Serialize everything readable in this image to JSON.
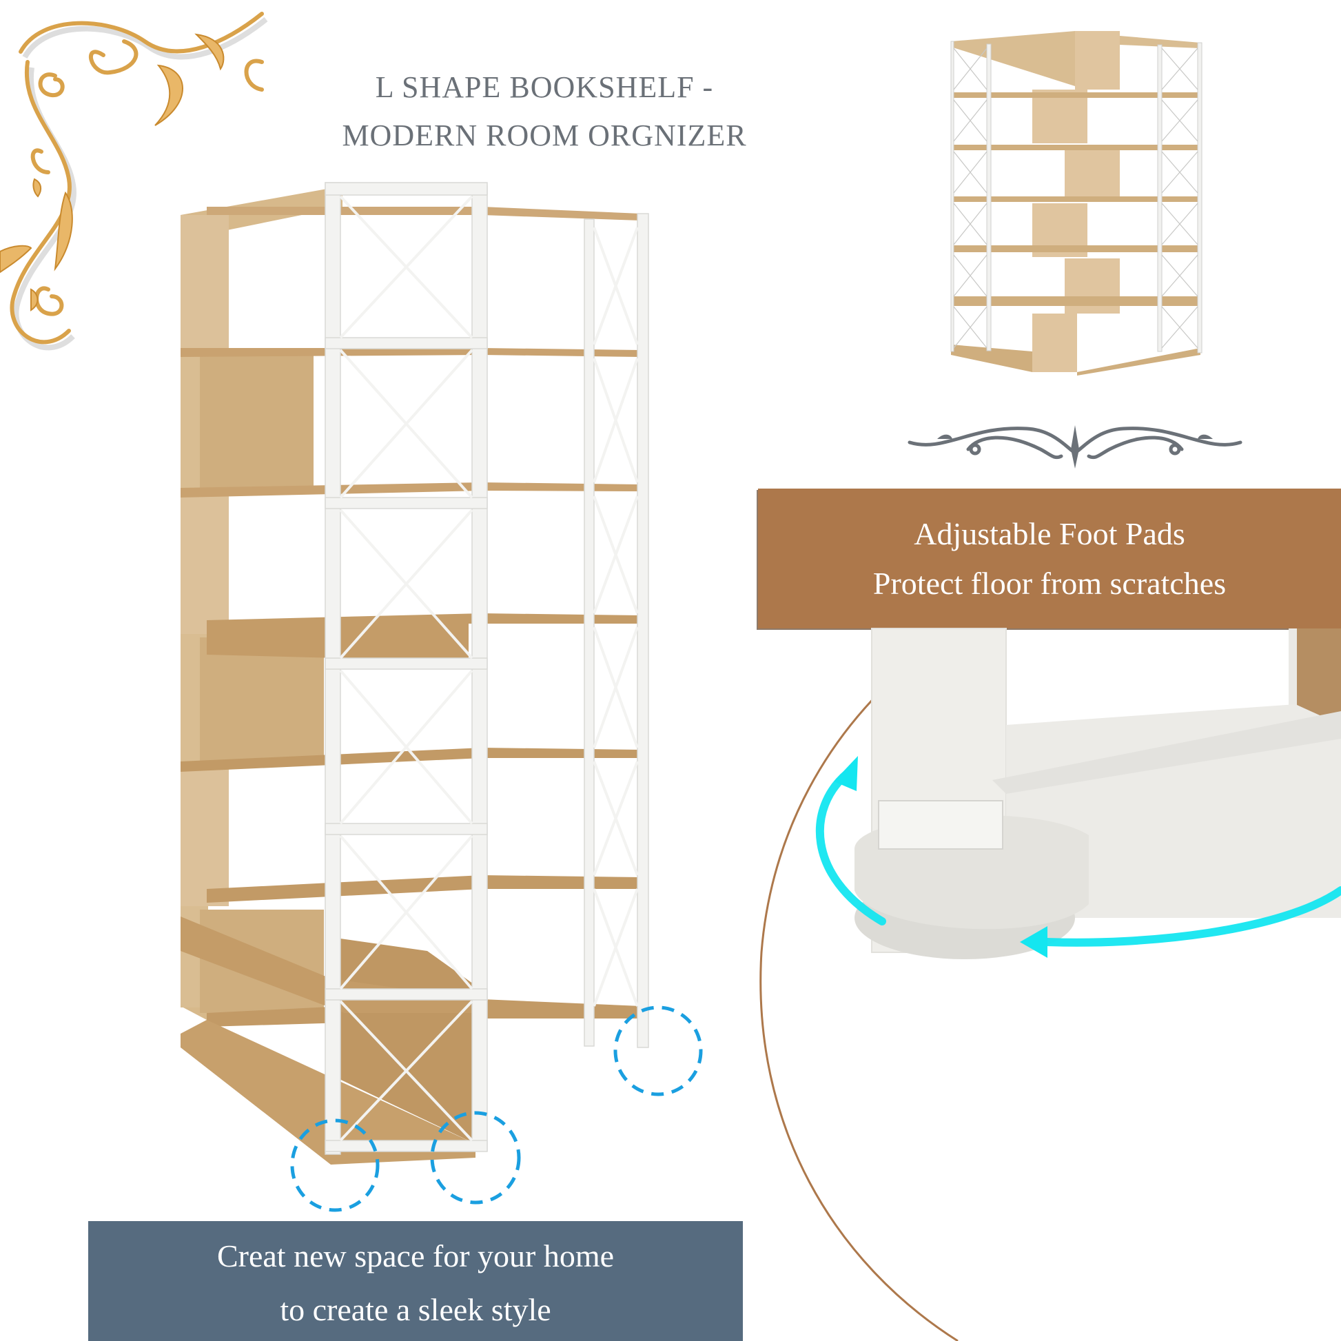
{
  "header": {
    "title_line1": "L SHAPE BOOKSHELF -",
    "title_line2": "MODERN ROOM ORGNIZER"
  },
  "feature_callout": {
    "line1": "Adjustable Foot Pads",
    "line2": "Protect floor from scratches"
  },
  "tagline": {
    "line1": "Creat new space for your home",
    "line2": "to create a sleek style"
  },
  "images": {
    "main_product": "l-shape-bookshelf-angled-view",
    "secondary_product": "l-shape-bookshelf-front-view",
    "detail": "adjustable-foot-pad-closeup"
  },
  "icons": [
    "gold-floral-corner-ornament",
    "gray-scroll-divider-ornament",
    "dashed-circle-highlight",
    "rotate-arrows-icon"
  ],
  "colors": {
    "title_gray": "#6a7077",
    "callout_brown": "#ad784b",
    "tagline_blue": "#566b7f",
    "wood": "#d9bd92",
    "frame_white": "#f4f4f2",
    "highlight_blue": "#1a9fe0",
    "arrow_cyan": "#14e6f0",
    "gold": "#d9a24a"
  }
}
